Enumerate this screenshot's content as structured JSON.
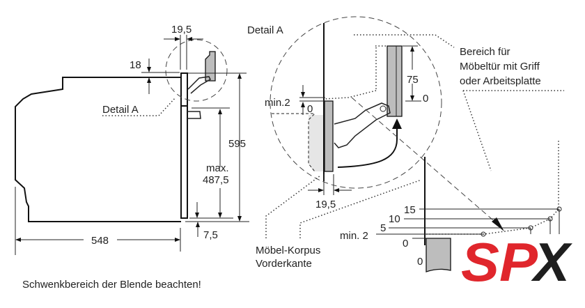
{
  "side_view": {
    "dim_top_gap": "19,5",
    "dim_panel_thickness": "18",
    "detail_label": "Detail A",
    "dim_height": "595",
    "dim_max_label": "max.",
    "dim_max_value": "487,5",
    "dim_bottom_gap": "7,5",
    "dim_depth": "548"
  },
  "detail_view": {
    "title": "Detail A",
    "dim_min2": "min.2",
    "dim_zero_left": "0",
    "dim_75": "75",
    "dim_zero_right": "0",
    "dim_bottom": "19,5",
    "label_furniture_edge_line1": "Möbel-Korpus",
    "label_furniture_edge_line2": "Vorderkante",
    "label_area_line1": "Bereich für",
    "label_area_line2": "Möbeltür mit Griff",
    "label_area_line3": "oder Arbeitsplatte"
  },
  "swing_scale": {
    "labels": [
      "15",
      "10",
      "5",
      "min. 2",
      "0"
    ],
    "base_zero": "0"
  },
  "footer_note": "Schwenkbereich der Blende beachten!",
  "logo": {
    "text_red": "SP",
    "text_dark": "X",
    "red": "#e0262c",
    "dark": "#1e1e1e"
  }
}
